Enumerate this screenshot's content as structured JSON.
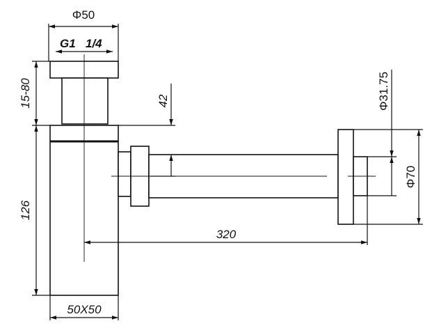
{
  "dimensions": {
    "top_diameter": "Φ50",
    "thread_prefix": "G1",
    "thread_fraction": "1/4",
    "height_range": "15-80",
    "body_height": "126",
    "body_section": "50X50",
    "pipe_offset": "42",
    "pipe_length": "320",
    "pipe_diameter": "Φ31.75",
    "flange_diameter": "Φ70"
  },
  "colors": {
    "stroke": "#111111",
    "background": "#ffffff"
  }
}
